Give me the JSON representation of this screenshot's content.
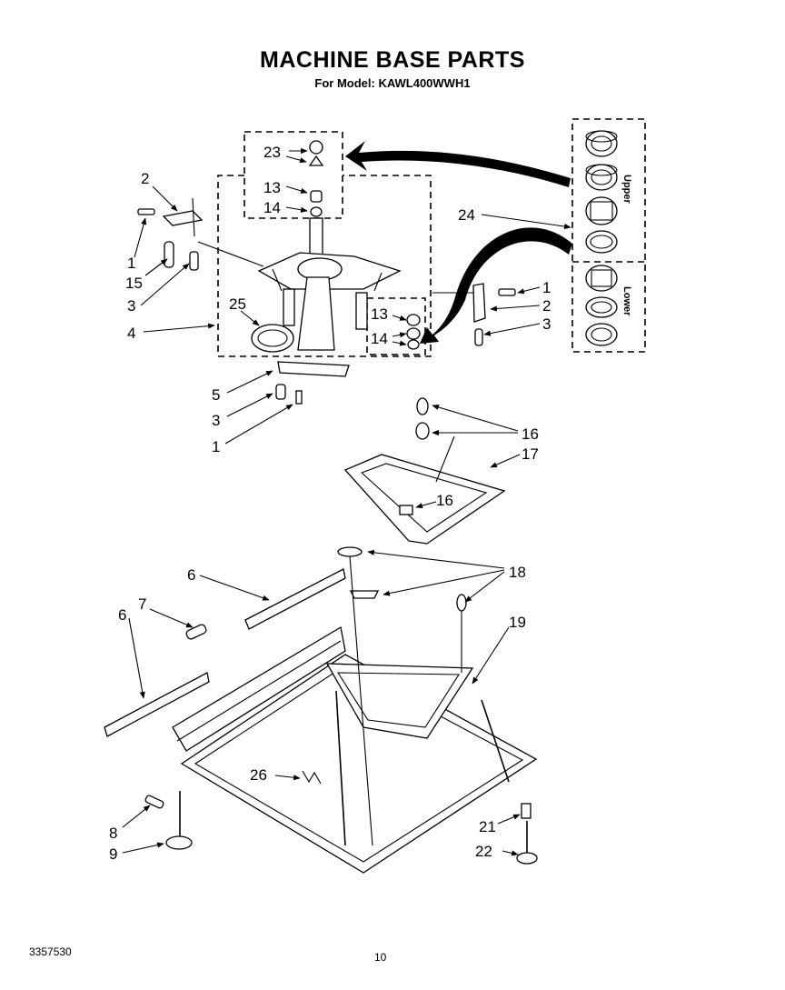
{
  "header": {
    "title": "MACHINE BASE PARTS",
    "model": "For Model: KAWL400WWH1"
  },
  "footer": {
    "doc_number": "3357530",
    "page_number": "10"
  },
  "bearing_kit": {
    "upper_label": "Upper",
    "lower_label": "Lower"
  },
  "callouts": {
    "c23": "23",
    "c13a": "13",
    "c14a": "14",
    "c2a": "2",
    "c1a": "1",
    "c15": "15",
    "c3a": "3",
    "c4": "4",
    "c25": "25",
    "c24": "24",
    "c1b": "1",
    "c2b": "2",
    "c13b": "13",
    "c3b": "3",
    "c14b": "14",
    "c5": "5",
    "c3c": "3",
    "c1c": "1",
    "c16a": "16",
    "c17": "17",
    "c16b": "16",
    "c6a": "6",
    "c18": "18",
    "c7": "7",
    "c6b": "6",
    "c19": "19",
    "c26": "26",
    "c8": "8",
    "c9": "9",
    "c21": "21",
    "c22": "22"
  }
}
